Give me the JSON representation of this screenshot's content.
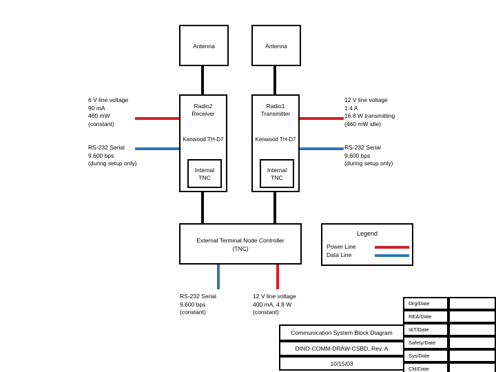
{
  "diagram": {
    "blocks": {
      "antenna_left": "Antenna",
      "antenna_right": "Antenna",
      "radio2_line1": "Radio2",
      "radio2_line2": "Receiver",
      "radio2_model": "Kenwood TH-D7",
      "radio2_tnc_line1": "Internal",
      "radio2_tnc_line2": "TNC",
      "radio1_line1": "Radio1",
      "radio1_line2": "Transmitter",
      "radio1_model": "Kenwood TH-D7",
      "radio1_tnc_line1": "Internal",
      "radio1_tnc_line2": "TNC",
      "external_tnc_line1": "External Terminal Node Controller",
      "external_tnc_line2": "(TNC)"
    },
    "annotations": {
      "left_power": "6 V line voltage\n90 mA\n460 mW\n(constant)",
      "left_data": "RS-232 Serial\n9,600 bps\n(during setup only)",
      "right_power": "12 V line voltage\n1.4 A\n16.8 W transmitting\n(460 mW idle)",
      "right_data": "RS-232 Serial\n9,600 bps\n(during setup only)",
      "bottom_data": "RS-232 Serial\n9,600 bps\n(constant)",
      "bottom_power": "12 V line voltage\n400 mA, 4.8 W\n(constant)"
    },
    "legend": {
      "title": "Legend",
      "power_label": "Power Line",
      "data_label": "Data Line",
      "power_color": "#cc2229",
      "data_color": "#2e74b5"
    },
    "title_block": {
      "title": "Communication System Block Diagram",
      "document_number": "DINO-COMM-DRAW-CSBD, Rev. A",
      "date": "10/15/03"
    },
    "signature_block": {
      "rows": [
        {
          "label": "Org/Date",
          "value": ""
        },
        {
          "label": "REA/Date",
          "value": ""
        },
        {
          "label": "I&T/Date",
          "value": ""
        },
        {
          "label": "Safety/Date",
          "value": ""
        },
        {
          "label": "Sys/Date",
          "value": ""
        },
        {
          "label": "CM/Date",
          "value": ""
        }
      ]
    }
  }
}
